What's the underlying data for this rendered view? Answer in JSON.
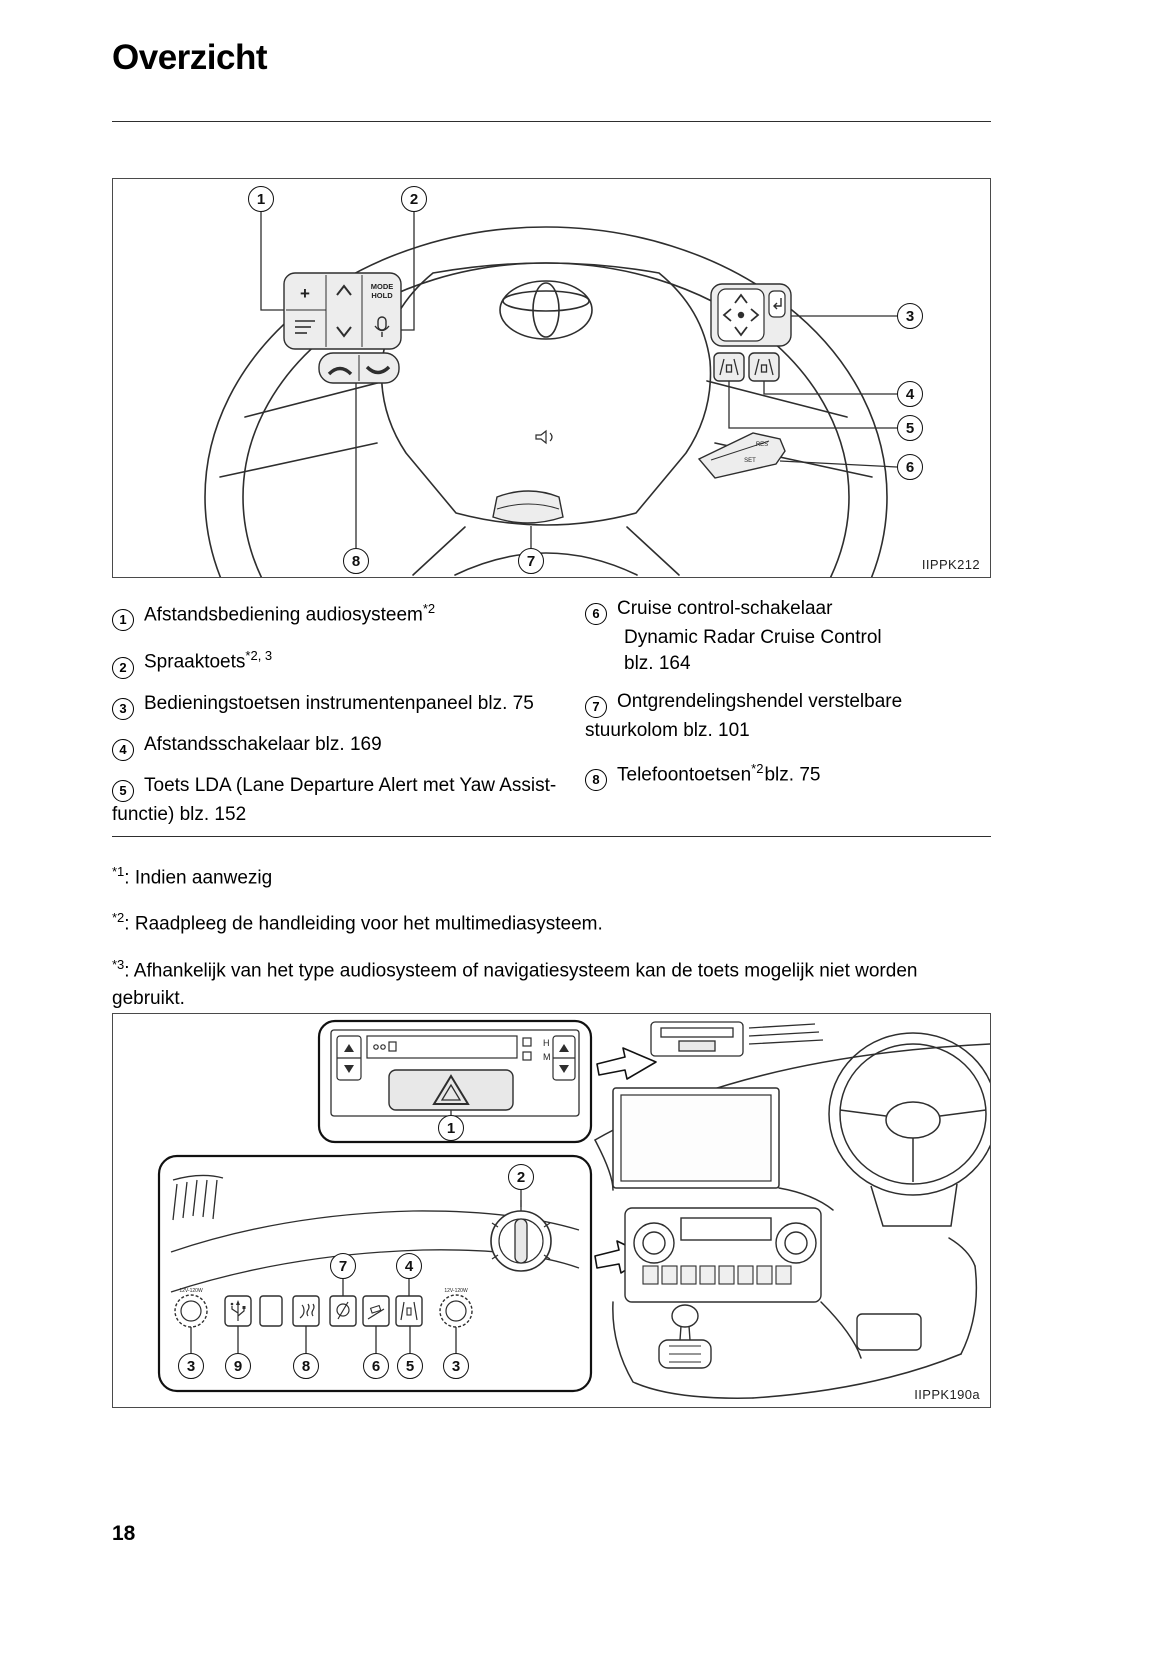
{
  "page": {
    "title": "Overzicht",
    "page_number": "18"
  },
  "figure_top": {
    "code": "IIPPK212",
    "callouts": {
      "c1": "1",
      "c2": "2",
      "c3": "3",
      "c4": "4",
      "c5": "5",
      "c6": "6",
      "c7": "7",
      "c8": "8"
    },
    "labels": {
      "plus": "+",
      "mode": "MODE",
      "hold": "HOLD",
      "res": "RES",
      "set": "SET"
    }
  },
  "legend": {
    "left": [
      {
        "num": "1",
        "pre": "Afstandsbediening audiosysteem",
        "sup": "*2"
      },
      {
        "num": "2",
        "pre": "Spraaktoets",
        "sup": "*2, 3"
      },
      {
        "num": "3",
        "pre": "Bedieningstoetsen instrumentenpaneel blz. 75",
        "sup": ""
      },
      {
        "num": "4",
        "pre": "Afstandsschakelaar blz. 169",
        "sup": ""
      },
      {
        "num": "5",
        "pre": "Toets LDA (Lane Departure Alert met Yaw Assist-functie) blz. 152",
        "sup": ""
      }
    ],
    "right": [
      {
        "num": "6",
        "pre": "Cruise control-schakelaar",
        "line2": "Dynamic Radar Cruise Control",
        "line3": "blz. 164"
      },
      {
        "num": "7",
        "pre": "Ontgrendelingshendel verstelbare stuurkolom blz. 101"
      },
      {
        "num": "8",
        "pre": "Telefoontoetsen",
        "sup": "*2",
        "post": "blz. 75"
      }
    ]
  },
  "footnotes": [
    {
      "sup": "*1",
      "text": ": Indien aanwezig"
    },
    {
      "sup": "*2",
      "text": ": Raadpleeg de handleiding voor het multimediasysteem."
    },
    {
      "sup": "*3",
      "text": ": Afhankelijk van het type audiosysteem of navigatiesysteem kan de toets mogelijk niet worden gebruikt."
    }
  ],
  "figure_bottom": {
    "code": "IIPPK190a",
    "callouts": {
      "c1": "1",
      "c2": "2",
      "c3a": "3",
      "c3b": "3",
      "c4": "4",
      "c5": "5",
      "c6": "6",
      "c7": "7",
      "c8": "8",
      "c9": "9"
    },
    "labels": {
      "h": "H",
      "m": "M",
      "socket1": "12V-120W",
      "socket2": "12V-120W"
    }
  }
}
